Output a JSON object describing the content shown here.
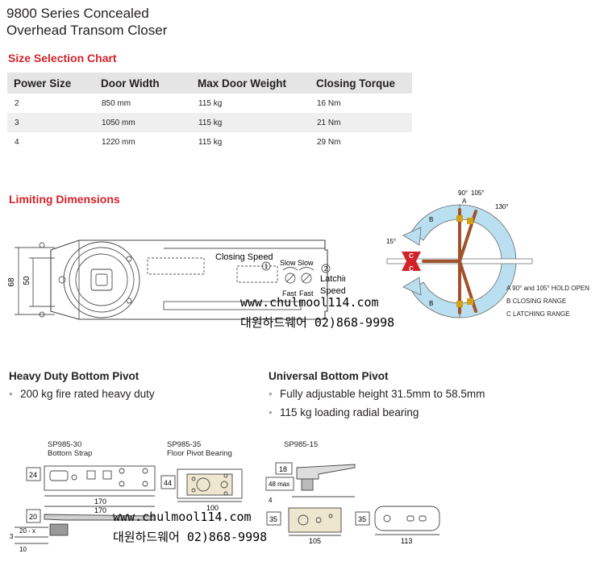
{
  "title_line1": "9800 Series Concealed",
  "title_line2": "Overhead Transom Closer",
  "size_chart": {
    "heading": "Size Selection Chart",
    "headers": [
      "Power Size",
      "Door Width",
      "Max Door Weight",
      "Closing Torque"
    ],
    "rows": [
      [
        "2",
        "850 mm",
        "115 kg",
        "16 Nm"
      ],
      [
        "3",
        "1050 mm",
        "115 kg",
        "21 Nm"
      ],
      [
        "4",
        "1220 mm",
        "115 kg",
        "29 Nm"
      ]
    ]
  },
  "limiting": {
    "heading": "Limiting Dimensions",
    "dim_68": "68",
    "dim_50": "50",
    "closing_speed": "Closing Speed",
    "slow1": "Slow",
    "slow2": "Slow",
    "fast1": "Fast",
    "fast2": "Fast",
    "num1": "1",
    "num2": "2",
    "latching": "Latching",
    "speed": "Speed"
  },
  "angles": {
    "a90": "90°",
    "a105": "105°",
    "a130": "130°",
    "a15": "15°",
    "letter_a": "A",
    "letter_b1": "B",
    "letter_b2": "B",
    "letter_c1": "C",
    "letter_c2": "C",
    "legend": [
      "A  90° and 105° HOLD OPEN",
      "B  CLOSING RANGE",
      "C  LATCHING RANGE"
    ]
  },
  "watermark": {
    "url": "www.chulmool114.com",
    "phone": "대원하드웨어 02)868-9998"
  },
  "heavy": {
    "heading": "Heavy Duty Bottom Pivot",
    "bullet": "200 kg fire rated heavy duty"
  },
  "universal": {
    "heading": "Universal Bottom Pivot",
    "bullet1": "Fully adjustable height 31.5mm to 58.5mm",
    "bullet2": "115 kg loading radial bearing"
  },
  "parts": {
    "p1_code": "SP985-30",
    "p1_name": "Bottom Strap",
    "p1_24": "24",
    "p1_170a": "170",
    "p1_170b": "170",
    "p1_20": "20",
    "p1_20x": "20 - x",
    "p1_3": "3",
    "p1_10": "10",
    "p2_code": "SP985-35",
    "p2_name": "Floor Pivot Bearing",
    "p2_44": "44",
    "p2_100": "100",
    "p3_code": "SP985-15",
    "p3_18": "18",
    "p3_48": "48 max",
    "p3_4": "4",
    "p3_35a": "35",
    "p3_105": "105",
    "p3_35b": "35",
    "p3_113": "113"
  },
  "colors": {
    "red": "#d2232a",
    "arc_blue": "#b9dff0",
    "arm_brown": "#a0522d"
  }
}
